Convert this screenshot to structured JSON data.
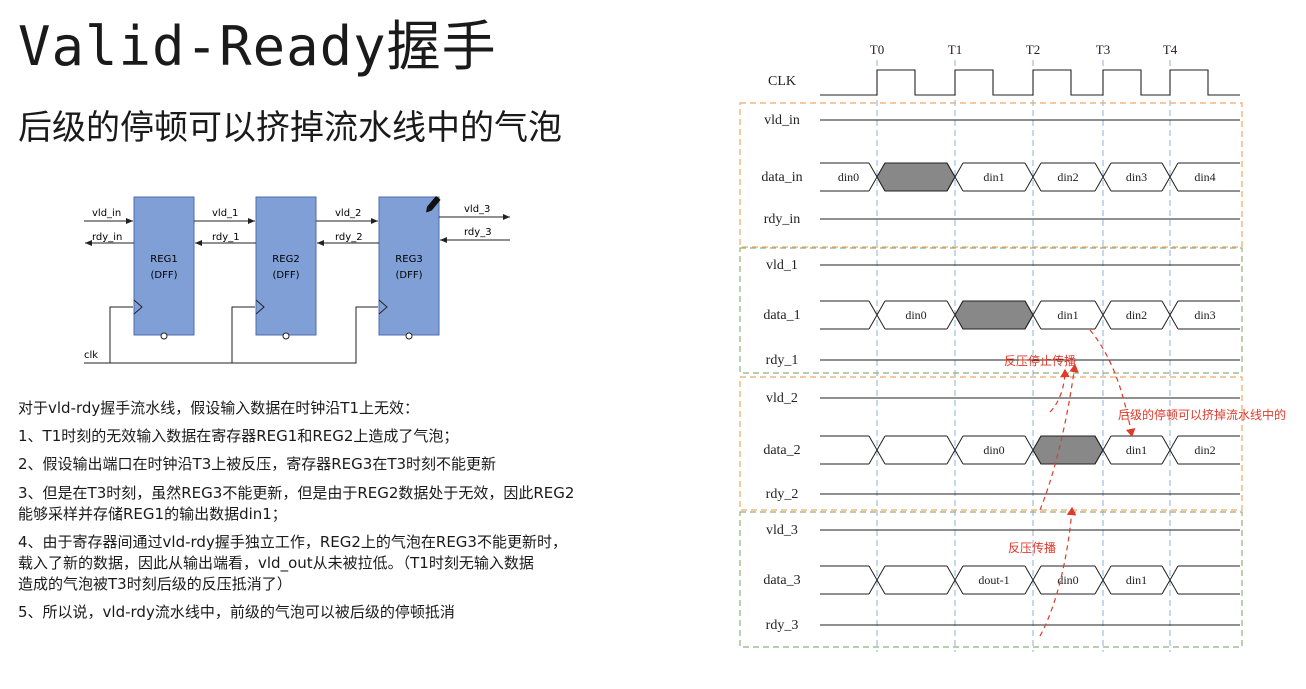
{
  "title": "Valid-Ready握手",
  "subtitle": "后级的停顿可以挤掉流水线中的气泡",
  "register_diagram": {
    "registers": [
      {
        "name": "REG1",
        "type": "(DFF)"
      },
      {
        "name": "REG2",
        "type": "(DFF)"
      },
      {
        "name": "REG3",
        "type": "(DFF)"
      }
    ],
    "signals": {
      "vld_in": "vld_in",
      "rdy_in": "rdy_in",
      "vld_1": "vld_1",
      "rdy_1": "rdy_1",
      "vld_2": "vld_2",
      "rdy_2": "rdy_2",
      "vld_3": "vld_3",
      "rdy_3": "rdy_3",
      "clk": "clk"
    }
  },
  "notes": [
    "对于vld-rdy握手流水线，假设输入数据在时钟沿T1上无效：",
    "1、T1时刻的无效输入数据在寄存器REG1和REG2上造成了气泡；",
    "2、假设输出端口在时钟沿T3上被反压，寄存器REG3在T3时刻不能更新",
    "3、但是在T3时刻，虽然REG3不能更新，但是由于REG2数据处于无效，因此REG2",
    "能够采样并存储REG1的输出数据din1；",
    "4、由于寄存器间通过vld-rdy握手独立工作，REG2上的气泡在REG3不能更新时，",
    "载入了新的数据，因此从输出端看，vld_out从未被拉低。（T1时刻无输入数据",
    "造成的气泡被T3时刻后级的反压抵消了）",
    "5、所以说，vld-rdy流水线中，前级的气泡可以被后级的停顿抵消"
  ],
  "timing": {
    "clock_edges": [
      "T0",
      "T1",
      "T2",
      "T3",
      "T4"
    ],
    "clk_label": "CLK",
    "groups": [
      {
        "color": "#f0a868",
        "rows": [
          {
            "label": "vld_in",
            "kind": "level"
          },
          {
            "label": "data_in",
            "kind": "bus",
            "values": [
              "din0",
              "",
              "din1",
              "din2",
              "din3",
              "din4"
            ]
          },
          {
            "label": "rdy_in",
            "kind": "level"
          }
        ]
      },
      {
        "color": "#8fb07f",
        "rows": [
          {
            "label": "vld_1",
            "kind": "level"
          },
          {
            "label": "data_1",
            "kind": "bus",
            "values": [
              "",
              "din0",
              "",
              "din1",
              "din2",
              "din3"
            ]
          },
          {
            "label": "rdy_1",
            "kind": "level"
          }
        ]
      },
      {
        "color": "#f0a868",
        "rows": [
          {
            "label": "vld_2",
            "kind": "level"
          },
          {
            "label": "data_2",
            "kind": "bus",
            "values": [
              "",
              "",
              "din0",
              "",
              "din1",
              "din2"
            ]
          },
          {
            "label": "rdy_2",
            "kind": "level"
          }
        ]
      },
      {
        "color": "#8fb07f",
        "rows": [
          {
            "label": "vld_3",
            "kind": "level"
          },
          {
            "label": "data_3",
            "kind": "bus",
            "values": [
              "",
              "",
              "dout-1",
              "din0",
              "din1"
            ]
          },
          {
            "label": "rdy_3",
            "kind": "level"
          }
        ]
      }
    ],
    "annotations": [
      "反压停止传播",
      "后级的停顿可以挤掉流水线中的",
      "反压传播"
    ],
    "annotation_color": "#e03a2a"
  }
}
